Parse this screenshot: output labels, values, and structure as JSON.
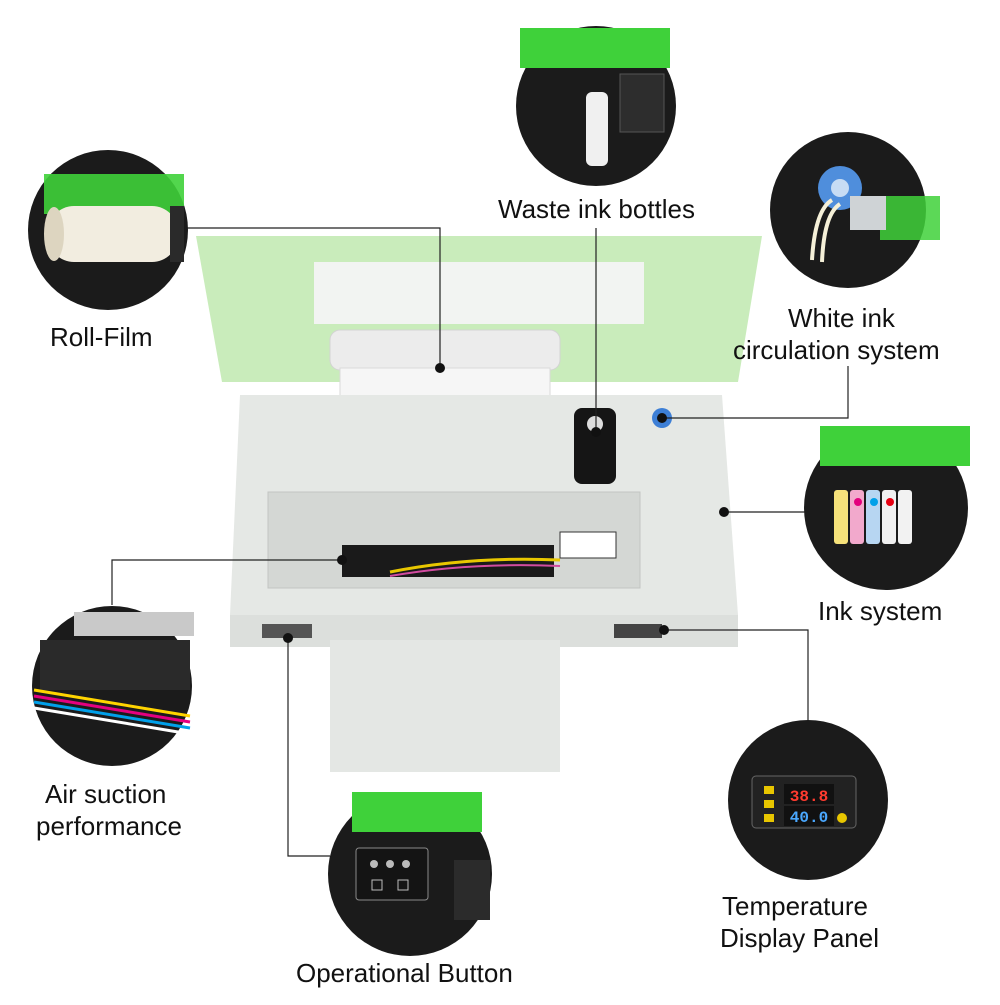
{
  "labels": {
    "roll_film": "Roll-Film",
    "waste_ink_bottles": "Waste ink bottles",
    "white_ink_line1": "White ink",
    "white_ink_line2": "circulation system",
    "ink_system": "Ink system",
    "air_suction_line1": "Air suction",
    "air_suction_line2": "performance",
    "temp_line1": "Temperature",
    "temp_line2": "Display Panel",
    "operational_button": "Operational Button"
  },
  "display_readouts": {
    "upper": "38.8",
    "lower": "40.0"
  },
  "colors": {
    "lid_green": "#b8e6a8",
    "accent_green": "#3fd13a",
    "machine_gray": "#e3e6e3",
    "circle_dark": "#1b1b1b",
    "display_red": "#ff3b2f",
    "display_blue": "#4aa8ff"
  }
}
